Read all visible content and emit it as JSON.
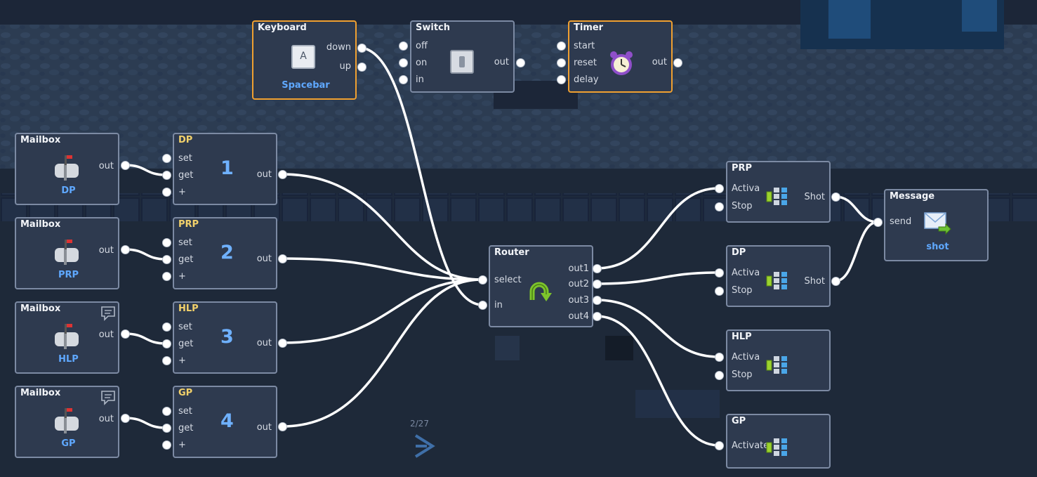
{
  "nodes": {
    "keyboard": {
      "title": "Keyboard",
      "key_glyph": "A",
      "key_name": "Spacebar",
      "down": "down",
      "up": "up"
    },
    "switch": {
      "title": "Switch",
      "off": "off",
      "on": "on",
      "in": "in",
      "out": "out"
    },
    "timer": {
      "title": "Timer",
      "start": "start",
      "reset": "reset",
      "delay": "delay",
      "out": "out"
    },
    "mailboxes": [
      {
        "title": "Mailbox",
        "out": "out",
        "name": "DP"
      },
      {
        "title": "Mailbox",
        "out": "out",
        "name": "PRP"
      },
      {
        "title": "Mailbox",
        "out": "out",
        "name": "HLP"
      },
      {
        "title": "Mailbox",
        "out": "out",
        "name": "GP"
      }
    ],
    "counters": [
      {
        "title": "DP",
        "set": "set",
        "get": "get",
        "plus": "+",
        "value": "1",
        "out": "out"
      },
      {
        "title": "PRP",
        "set": "set",
        "get": "get",
        "plus": "+",
        "value": "2",
        "out": "out"
      },
      {
        "title": "HLP",
        "set": "set",
        "get": "get",
        "plus": "+",
        "value": "3",
        "out": "out"
      },
      {
        "title": "GP",
        "set": "set",
        "get": "get",
        "plus": "+",
        "value": "4",
        "out": "out"
      }
    ],
    "router": {
      "title": "Router",
      "select": "select",
      "in": "in",
      "out1": "out1",
      "out2": "out2",
      "out3": "out3",
      "out4": "out4"
    },
    "weapons": [
      {
        "title": "PRP",
        "activate": "Activa",
        "stop": "Stop",
        "shot": "Shot"
      },
      {
        "title": "DP",
        "activate": "Activa",
        "stop": "Stop",
        "shot": "Shot"
      },
      {
        "title": "HLP",
        "activate": "Activa",
        "stop": "Stop"
      },
      {
        "title": "GP",
        "activate": "Activate"
      }
    ],
    "message": {
      "title": "Message",
      "send": "send",
      "name": "shot"
    }
  },
  "hud": {
    "page_counter": "2/27"
  },
  "colors": {
    "wire": "#ffffff",
    "node_bg": "#2e3a4f",
    "node_border": "#7c8aa3",
    "active_border": "#f0a030",
    "label_blue": "#5fa8ff",
    "title_yellow": "#f2d16b"
  }
}
